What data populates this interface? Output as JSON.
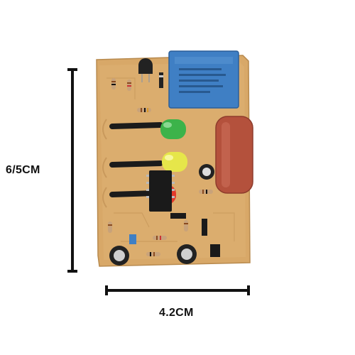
{
  "dimensions": {
    "height_label": "6/5CM",
    "width_label": "4.2CM"
  },
  "photo": {
    "subject": "pcb-photo",
    "colors": {
      "board": "#d9a86a",
      "relay": "#3f7fc4",
      "capacitor_film": "#b4513c",
      "led_green": "#3cb34a",
      "led_yellow": "#e8e84a",
      "led_red": "#e23a2a",
      "ruler": "#111111"
    }
  }
}
